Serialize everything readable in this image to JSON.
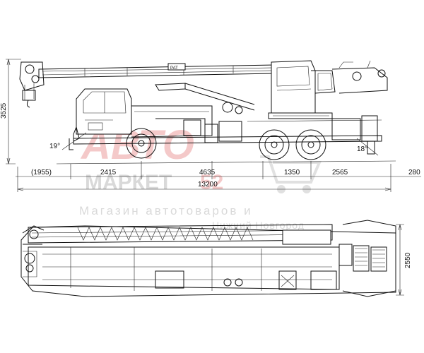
{
  "side_view": {
    "height_dim": "3525",
    "angle_front": "19°",
    "angle_rear": "18°",
    "segments": [
      "(1955)",
      "2415",
      "4635",
      "1350",
      "2565"
    ],
    "rear_overhang": "280",
    "total_length": "13200",
    "cab_badge": "РАТ"
  },
  "top_view": {
    "width_dim": "2550"
  },
  "watermark": {
    "logo": "АВТО",
    "brand": "МАРКЕТ",
    "number": "52",
    "line1": "Магазин  автотоваров  и",
    "line2": "Нижний Новгород"
  }
}
